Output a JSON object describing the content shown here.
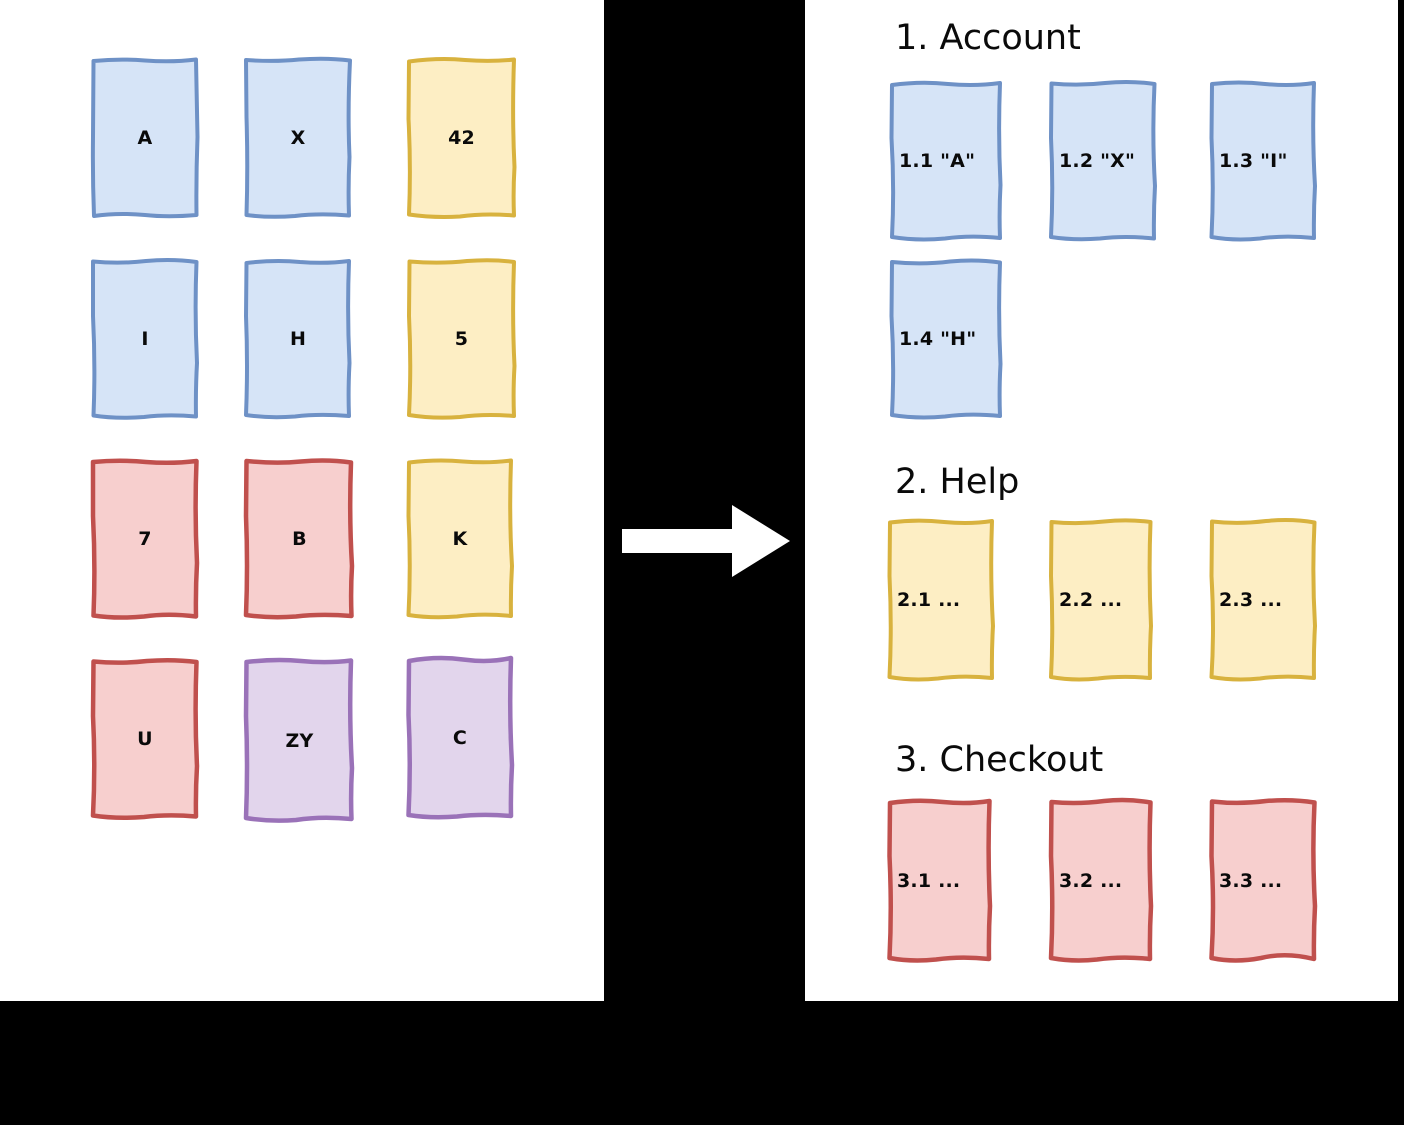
{
  "diagram": {
    "title_present": false,
    "arrow": {
      "name": "right-arrow",
      "direction": "right",
      "color": "#ffffff"
    },
    "palette": {
      "blue_fill": "#d6e4f7",
      "blue_stroke": "#6e91c6",
      "yellow_fill": "#fdeec4",
      "yellow_stroke": "#d8b23e",
      "red_fill": "#f7cfce",
      "red_stroke": "#c0504d",
      "purple_fill": "#e2d5ec",
      "purple_stroke": "#9a72b8",
      "panel_bg": "#ffffff",
      "canvas_bg": "#000000",
      "text": "#0a0a0a"
    }
  },
  "left_panel": {
    "name": "unsorted-cards-panel",
    "grid": {
      "columns": 3,
      "rows": 4
    },
    "cards": [
      {
        "label": "A",
        "color": "blue",
        "row": 1,
        "col": 1
      },
      {
        "label": "X",
        "color": "blue",
        "row": 1,
        "col": 2
      },
      {
        "label": "42",
        "color": "yellow",
        "row": 1,
        "col": 3
      },
      {
        "label": "I",
        "color": "blue",
        "row": 2,
        "col": 1
      },
      {
        "label": "H",
        "color": "blue",
        "row": 2,
        "col": 2
      },
      {
        "label": "5",
        "color": "yellow",
        "row": 2,
        "col": 3
      },
      {
        "label": "7",
        "color": "red",
        "row": 3,
        "col": 1
      },
      {
        "label": "B",
        "color": "red",
        "row": 3,
        "col": 2
      },
      {
        "label": "K",
        "color": "yellow",
        "row": 3,
        "col": 3
      },
      {
        "label": "U",
        "color": "red",
        "row": 4,
        "col": 1
      },
      {
        "label": "ZY",
        "color": "purple",
        "row": 4,
        "col": 2
      },
      {
        "label": "C",
        "color": "purple",
        "row": 4,
        "col": 3
      }
    ]
  },
  "right_panel": {
    "name": "sorted-groups-panel",
    "sections": [
      {
        "heading": "1. Account",
        "color": "blue",
        "cards": [
          {
            "label": "1.1 \"A\""
          },
          {
            "label": "1.2 \"X\""
          },
          {
            "label": "1.3 \"I\""
          },
          {
            "label": "1.4 \"H\""
          }
        ]
      },
      {
        "heading": "2. Help",
        "color": "yellow",
        "cards": [
          {
            "label": "2.1 ..."
          },
          {
            "label": "2.2 ..."
          },
          {
            "label": "2.3 ..."
          }
        ]
      },
      {
        "heading": "3. Checkout",
        "color": "red",
        "cards": [
          {
            "label": "3.1 ..."
          },
          {
            "label": "3.2 ..."
          },
          {
            "label": "3.3 ..."
          }
        ]
      }
    ]
  }
}
